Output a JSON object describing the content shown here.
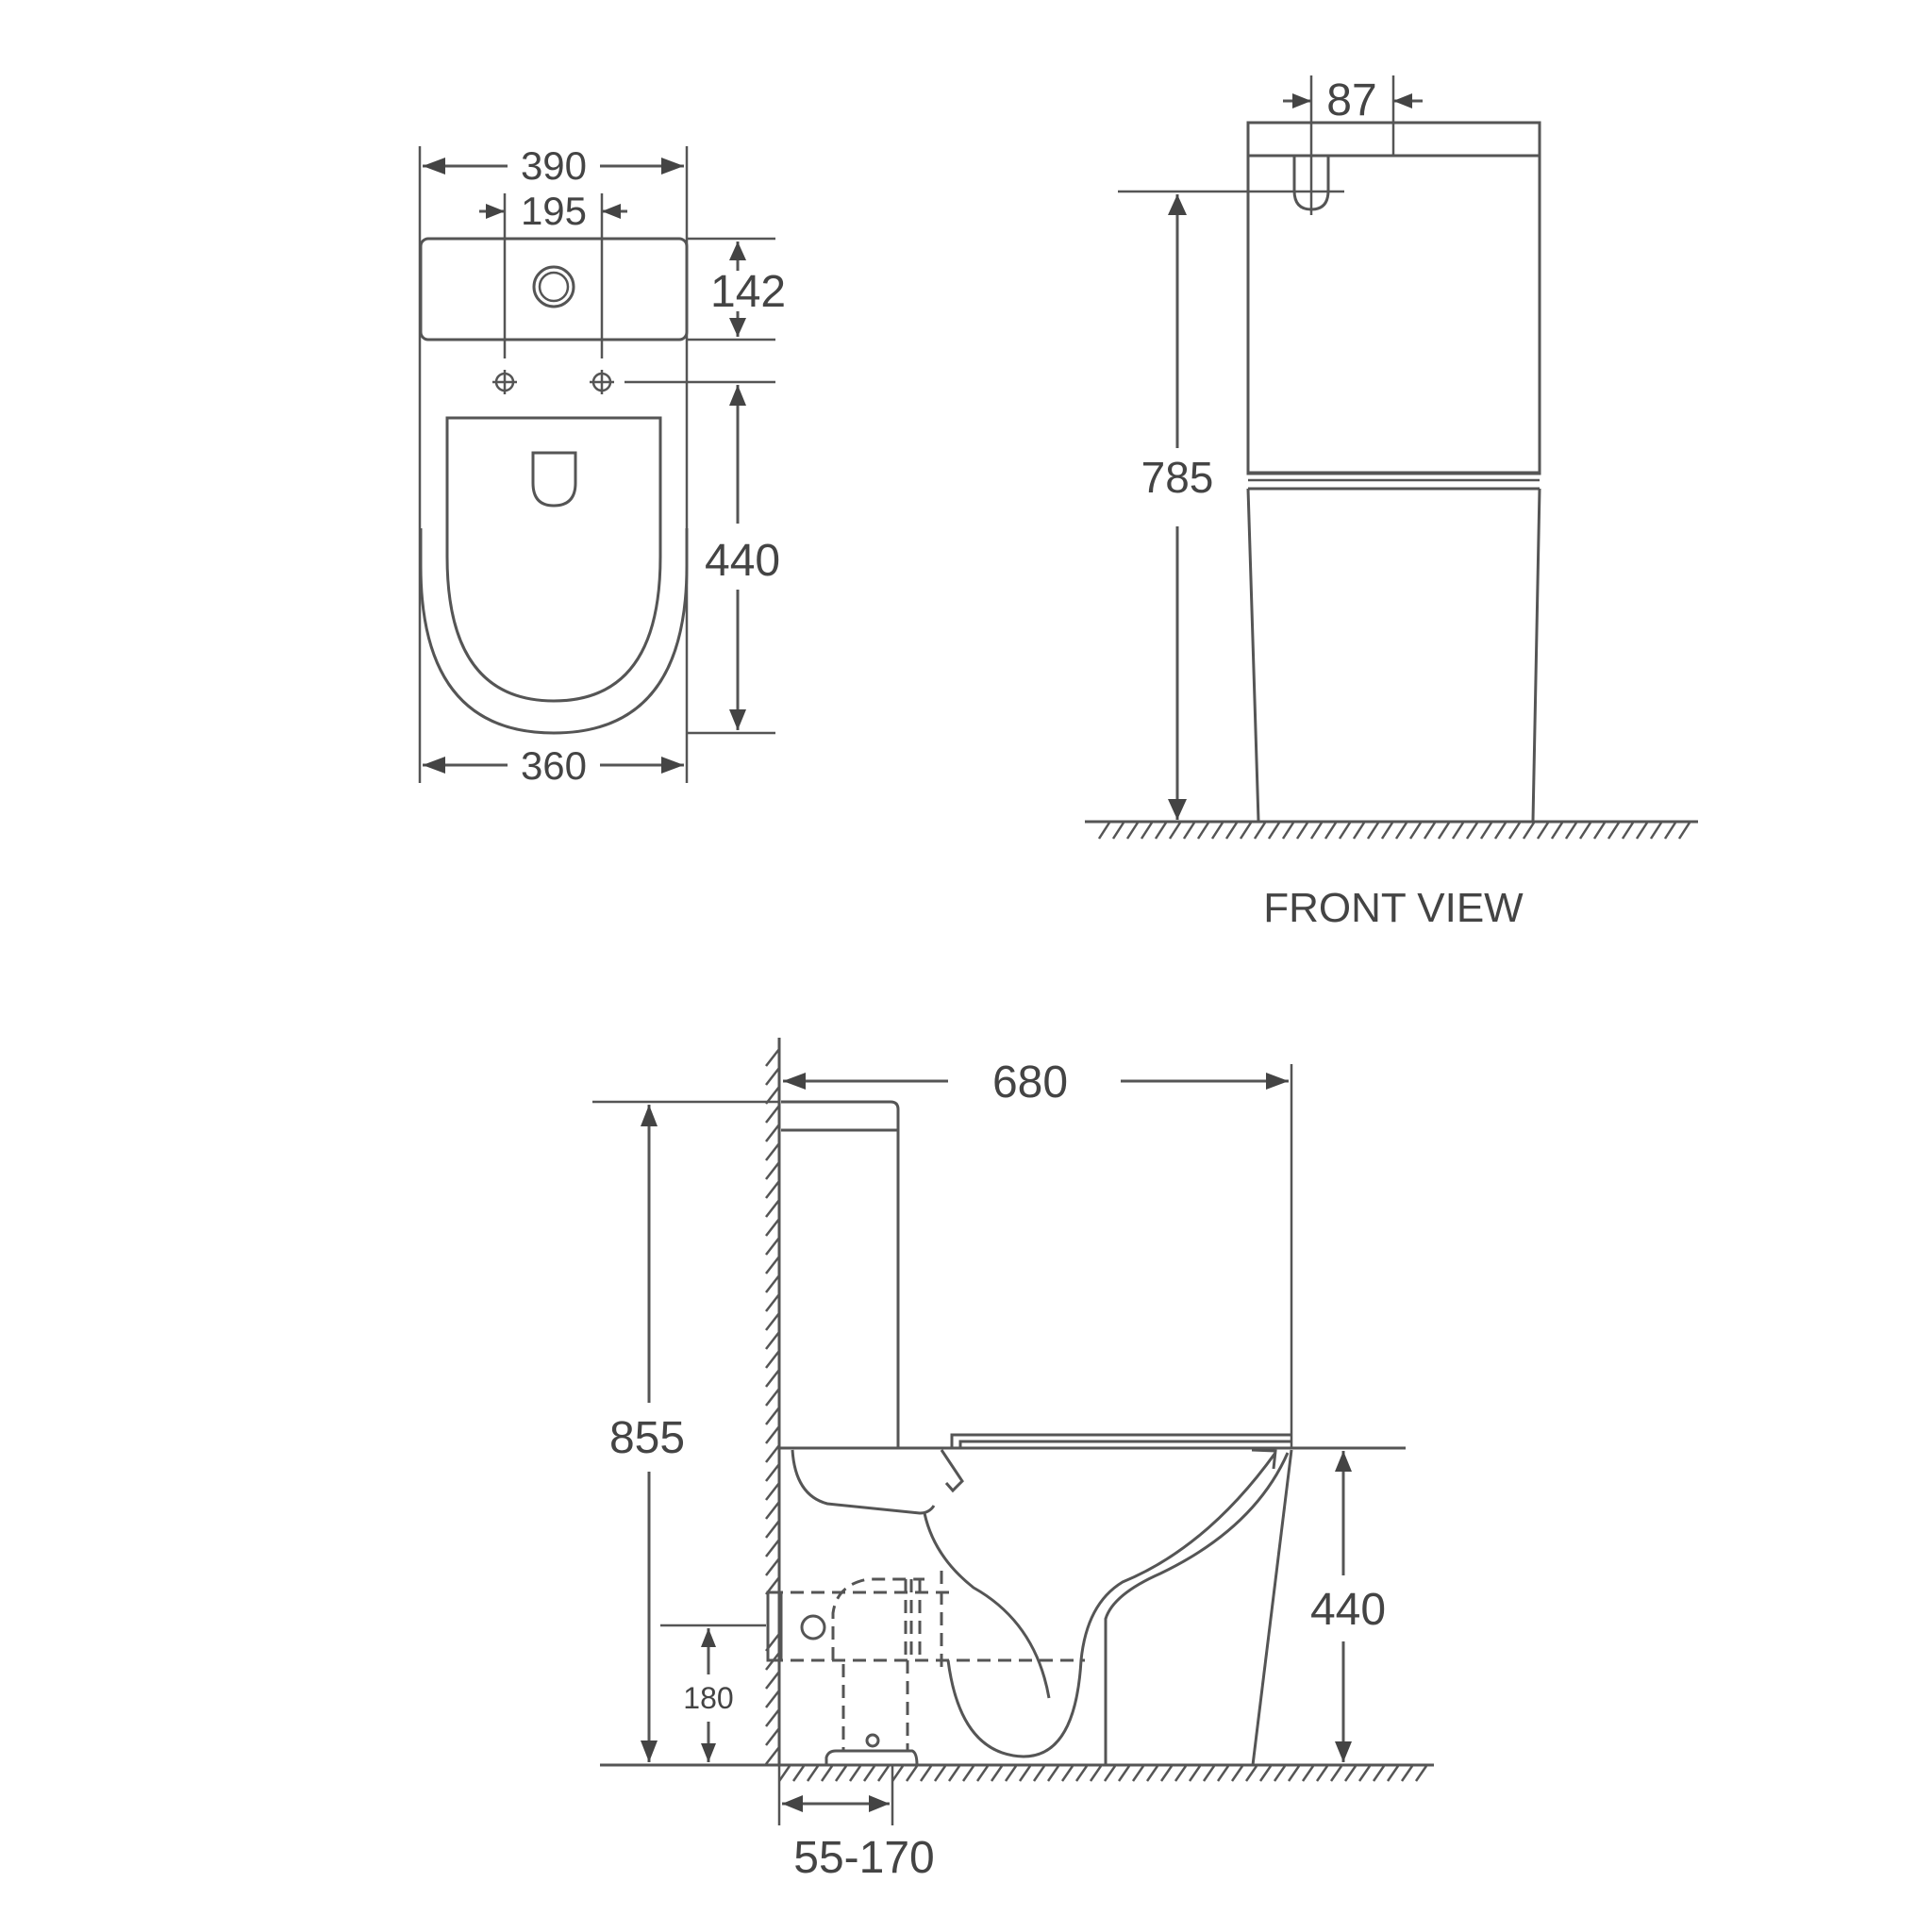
{
  "top_view": {
    "dims": {
      "overall_width": "390",
      "fixing_spacing": "195",
      "tank_depth": "142",
      "bowl_length": "440",
      "bowl_width": "360"
    }
  },
  "front_view": {
    "title": "FRONT VIEW",
    "dims": {
      "inlet_offset": "87",
      "inlet_height": "785"
    }
  },
  "side_view": {
    "dims": {
      "overall_depth": "680",
      "overall_height": "855",
      "seat_height": "440",
      "outlet_height": "180",
      "setout_range": "55-170"
    }
  },
  "colors": {
    "line": "#555555",
    "text": "#444444",
    "background": "#ffffff"
  }
}
